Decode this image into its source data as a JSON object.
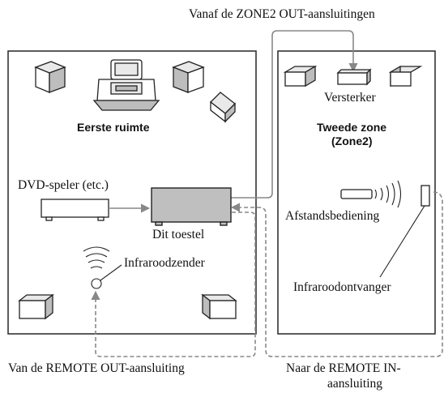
{
  "labels": {
    "zone2_out": "Vanaf de ZONE2 OUT-aansluitingen",
    "first_room": "Eerste ruimte",
    "second_zone_line1": "Tweede zone",
    "second_zone_line2": "(Zone2)",
    "amplifier": "Versterker",
    "dvd_player": "DVD-speler (etc.)",
    "this_unit": "Dit toestel",
    "remote_control": "Afstandsbediening",
    "ir_emitter": "Infraroodzender",
    "ir_receiver": "Infraroodontvanger",
    "from_remote_out": "Van de REMOTE OUT-aansluiting",
    "to_remote_in_line1": "Naar de REMOTE IN-",
    "to_remote_in_line2": "aansluiting"
  },
  "colors": {
    "cable": "#888888",
    "unit_fill": "#bfbfbf",
    "outline": "#333333"
  }
}
